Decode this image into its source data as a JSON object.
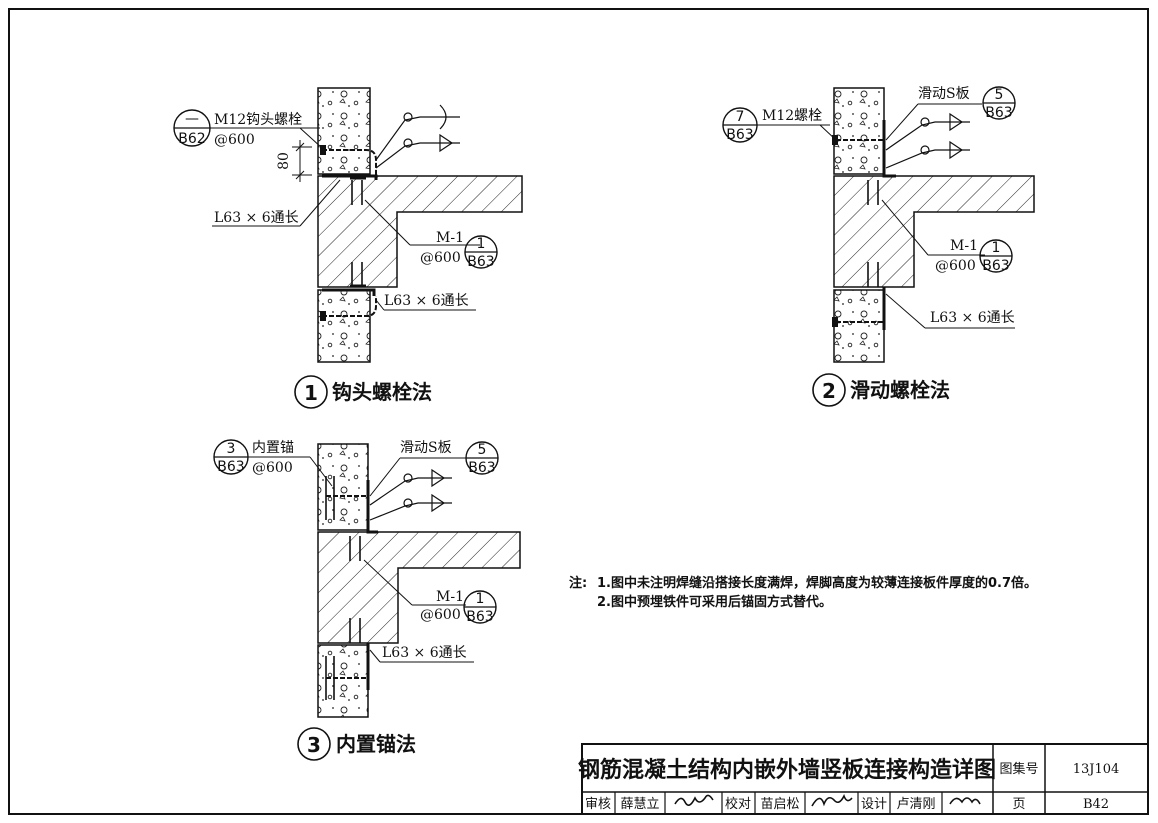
{
  "colors": {
    "ink": "#111111",
    "paper": "#ffffff"
  },
  "d1": {
    "bolt_label": "M12钩头螺栓",
    "bolt_ref_num": "—",
    "bolt_ref_page": "B62",
    "bolt_spacing": "@600",
    "dim": "80",
    "angle_upper": "L63 × 6通长",
    "angle_lower": "L63 × 6通长",
    "embed_label": "M-1",
    "embed_spacing": "@600",
    "embed_ref_num": "1",
    "embed_ref_page": "B63",
    "caption_num": "1",
    "caption": "钩头螺栓法"
  },
  "d2": {
    "bolt_label": "M12螺栓",
    "bolt_ref_num": "7",
    "bolt_ref_page": "B63",
    "plate_label": "滑动S板",
    "plate_ref_num": "5",
    "plate_ref_page": "B63",
    "embed_label": "M-1",
    "embed_spacing": "@600",
    "embed_ref_num": "1",
    "embed_ref_page": "B63",
    "angle_lower": "L63 × 6通长",
    "caption_num": "2",
    "caption": "滑动螺栓法"
  },
  "d3": {
    "anchor_label": "内置锚",
    "anchor_ref_num": "3",
    "anchor_ref_page": "B63",
    "anchor_spacing": "@600",
    "plate_label": "滑动S板",
    "plate_ref_num": "5",
    "plate_ref_page": "B63",
    "embed_label": "M-1",
    "embed_spacing": "@600",
    "embed_ref_num": "1",
    "embed_ref_page": "B63",
    "angle_lower": "L63 × 6通长",
    "caption_num": "3",
    "caption": "内置锚法"
  },
  "notes": {
    "prefix": "注:",
    "line1": "1.图中未注明焊缝沿搭接长度满焊，焊脚高度为较薄连接板件厚度的0.7倍。",
    "line2": "2.图中预埋铁件可采用后锚固方式替代。"
  },
  "title_block": {
    "title": "钢筋混凝土结构内嵌外墙竖板连接构造详图",
    "atlas_label": "图集号",
    "atlas_no": "13J104",
    "page_label": "页",
    "page_no": "B42",
    "review_label": "审核",
    "review_name": "薛慧立",
    "check_label": "校对",
    "check_name": "苗启松",
    "design_label": "设计",
    "design_name": "卢清刚"
  }
}
